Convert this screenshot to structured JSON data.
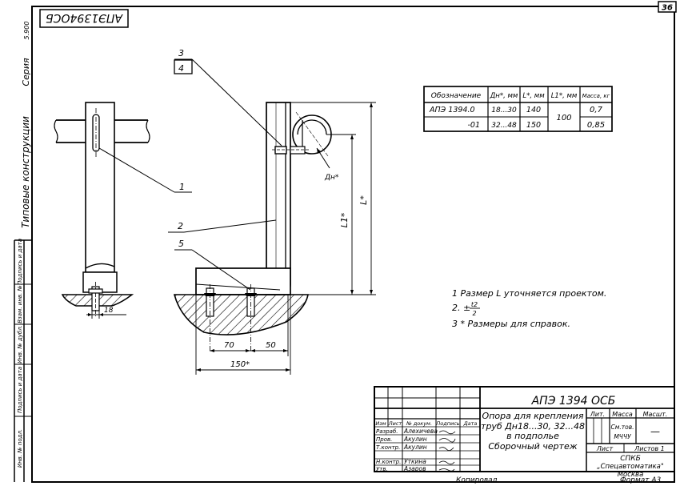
{
  "sheet_number": "36",
  "stamp_rotated": "АПЭ1394ОСБ",
  "side_labels": {
    "series": "Серия",
    "series_num": "5.900",
    "typical": "Типовые конструкции",
    "podp_data": "Подпись и дата",
    "vzam_inv": "Взам. инв. №",
    "inv_dubl": "Инв. № дубл.",
    "podp_data2": "Подпись и дата",
    "inv_podl": "Инв. № подл."
  },
  "callouts": {
    "c1": "1",
    "c2": "2",
    "c3": "3",
    "c4": "4",
    "c5": "5",
    "dn": "Дн*"
  },
  "dimensions": {
    "d18": "18",
    "d70": "70",
    "d50": "50",
    "d150": "150*",
    "L1": "L1*",
    "L": "L*"
  },
  "spec_table": {
    "headers": [
      "Обозначение",
      "Дн*, мм",
      "L*, мм",
      "L1*, мм",
      "Масса, кг"
    ],
    "rows": [
      {
        "code": "АПЭ 1394.0",
        "dn": "18...30",
        "l": "140",
        "l1": "100",
        "mass": "0,7"
      },
      {
        "code": "-01",
        "dn": "32...48",
        "l": "150",
        "l1": "",
        "mass": "0,85"
      }
    ]
  },
  "notes": {
    "n1": "1 Размер L уточняется проектом.",
    "n2_prefix": "2. ±",
    "n2_num": "t2",
    "n2_den": "2",
    "n3": "3 * Размеры для справок."
  },
  "title_block": {
    "doc_code": "АПЭ 1394 ОСБ",
    "title_line1": "Опора для крепления",
    "title_line2": "труб Дн18...30, 32...48",
    "title_line3": "в подполье",
    "title_line4": "Сборочный чертеж",
    "lit": "Лит.",
    "massa": "Масса",
    "masshtab": "Масшт.",
    "scale_value": "—",
    "mass_value_1": "См.тов.",
    "mass_value_2": "МЧЧУ",
    "list_label": "Лист",
    "listov_label": "Листов 1",
    "org1": "СПКБ",
    "org2": "„Спецавтоматика\"",
    "org3": "Москва",
    "hdr_izm": "Изм",
    "hdr_list": "Лист",
    "hdr_ndok": "№ докум.",
    "hdr_podp": "Подпись",
    "hdr_data": "Дата",
    "roles": [
      {
        "role": "Разраб.",
        "name": "Алехичева"
      },
      {
        "role": "Пров.",
        "name": "Акулин"
      },
      {
        "role": "Т.контр.",
        "name": "Акулин"
      },
      {
        "role": "Н.контр.",
        "name": "Уткина"
      },
      {
        "role": "Утв.",
        "name": "Азаров"
      }
    ]
  },
  "footer": {
    "copied": "Копировал",
    "format": "Формат А3"
  }
}
